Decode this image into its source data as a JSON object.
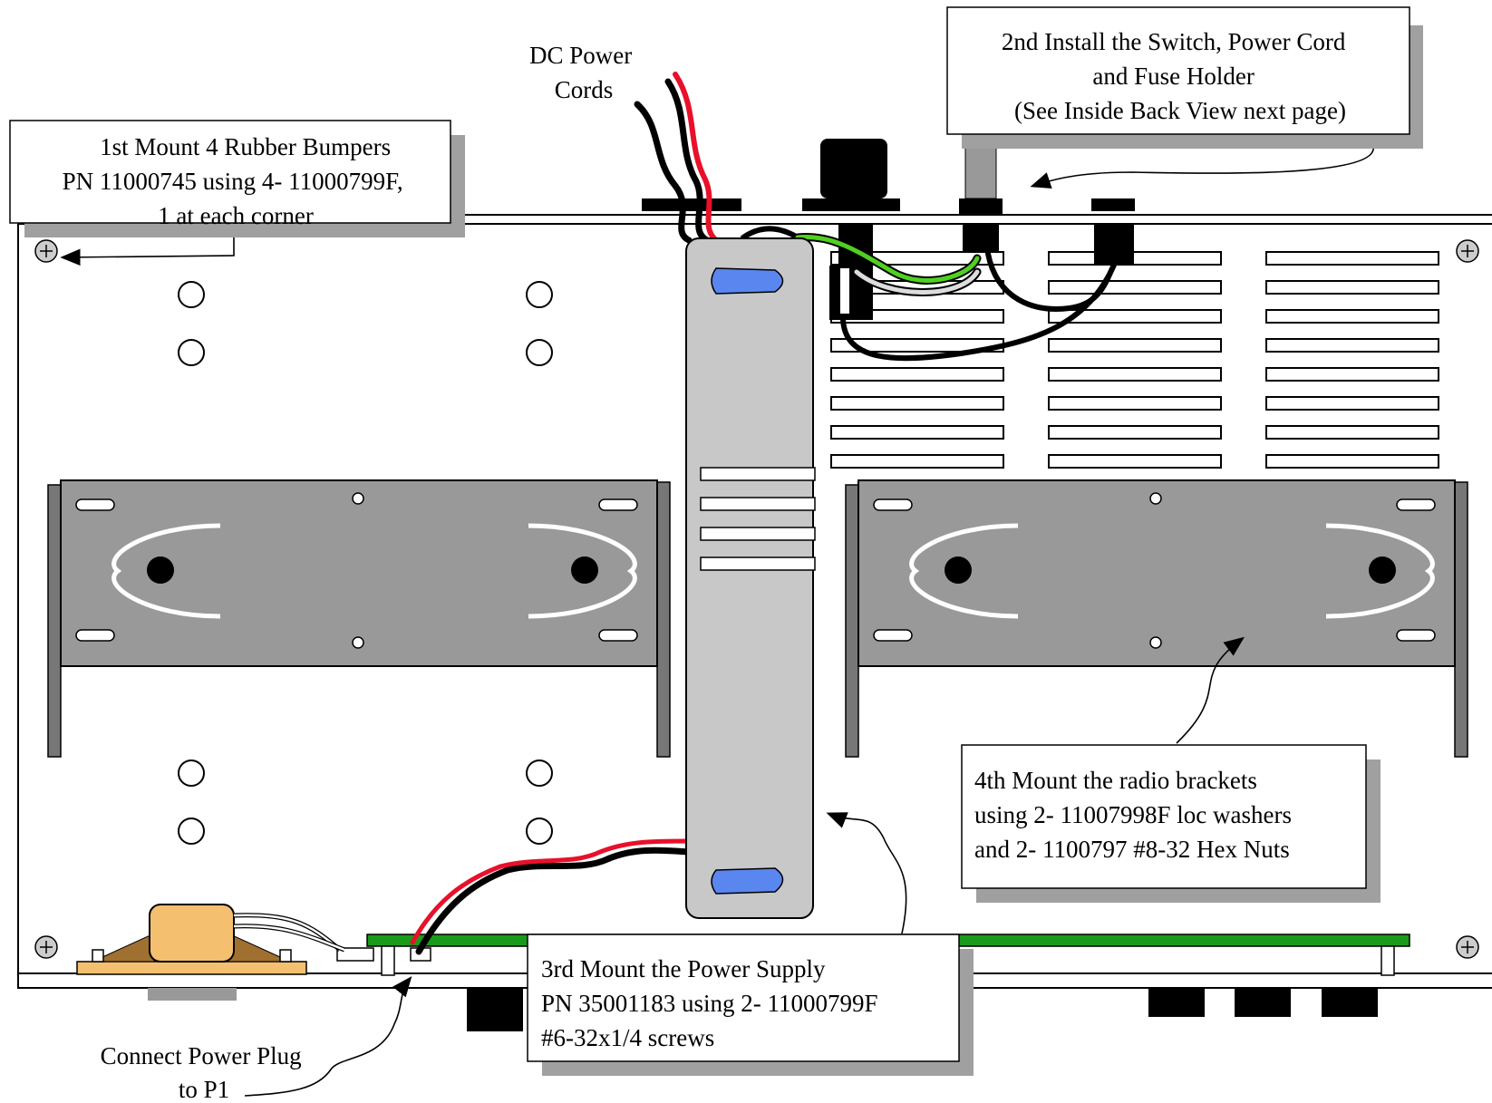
{
  "labels": {
    "dc_power_cords": [
      "DC Power",
      "Cords"
    ],
    "connect_power_plug": [
      "Connect Power Plug",
      "to P1"
    ]
  },
  "callouts": {
    "step1": [
      "1st Mount 4 Rubber Bumpers",
      "PN 11000745 using 4- 11000799F,",
      "1 at each corner"
    ],
    "step2": [
      "2nd Install the Switch, Power Cord",
      "and Fuse Holder",
      "(See Inside Back View next page)"
    ],
    "step3": [
      "3rd Mount the Power Supply",
      "PN 35001183 using 2- 11000799F",
      "#6-32x1/4 screws"
    ],
    "step4": [
      "4th Mount the radio brackets",
      "using 2- 11007998F loc washers",
      "and 2- 1100797 #8-32 Hex Nuts"
    ]
  },
  "colors": {
    "bracket": "#999999",
    "power_supply": "#c8c8c8",
    "pcb": "#1a9a1a",
    "wire_red": "#e8102a",
    "wire_green": "#50d020",
    "screw_blue": "#5a86f0",
    "transformer": "#f4c070",
    "shadow": "#a0a0a0"
  }
}
